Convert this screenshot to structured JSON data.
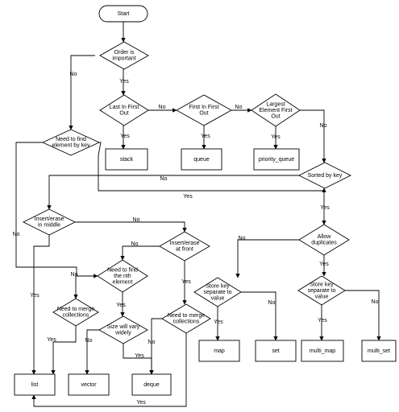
{
  "nodes": {
    "start": {
      "label": [
        "Start"
      ],
      "shape": "terminal"
    },
    "order_important": {
      "label": [
        "Order is",
        "important"
      ],
      "shape": "decision"
    },
    "lifo": {
      "label": [
        "Last In First",
        "Out"
      ],
      "shape": "decision"
    },
    "fifo": {
      "label": [
        "First In First",
        "Out"
      ],
      "shape": "decision"
    },
    "largest_first": {
      "label": [
        "Largest",
        "Element First",
        "Out"
      ],
      "shape": "decision"
    },
    "stack": {
      "label": [
        "stack"
      ],
      "shape": "process"
    },
    "queue": {
      "label": [
        "queue"
      ],
      "shape": "process"
    },
    "priority_queue": {
      "label": [
        "priority_queue"
      ],
      "shape": "process"
    },
    "find_by_key": {
      "label": [
        "Need to find",
        "element by key"
      ],
      "shape": "decision"
    },
    "sorted_by_key": {
      "label": [
        "Sorted by key"
      ],
      "shape": "decision"
    },
    "insert_middle": {
      "label": [
        "Insert/erase",
        "in middle"
      ],
      "shape": "decision"
    },
    "allow_duplicates": {
      "label": [
        "Allow",
        "duplicates"
      ],
      "shape": "decision"
    },
    "insert_front": {
      "label": [
        "Insert/erase",
        "at front"
      ],
      "shape": "decision"
    },
    "find_nth": {
      "label": [
        "Need to find",
        "the nth",
        "element"
      ],
      "shape": "decision"
    },
    "merge_left": {
      "label": [
        "Need to merge",
        "collections"
      ],
      "shape": "decision"
    },
    "size_vary": {
      "label": [
        "Size will vary",
        "widely"
      ],
      "shape": "decision"
    },
    "merge_right": {
      "label": [
        "Need to merge",
        "collections"
      ],
      "shape": "decision"
    },
    "key_sep_1": {
      "label": [
        "Store key",
        "separate to",
        "value"
      ],
      "shape": "decision"
    },
    "key_sep_2": {
      "label": [
        "Store key",
        "separate to",
        "value"
      ],
      "shape": "decision"
    },
    "list": {
      "label": [
        "list"
      ],
      "shape": "process"
    },
    "vector": {
      "label": [
        "vector"
      ],
      "shape": "process"
    },
    "deque": {
      "label": [
        "deque"
      ],
      "shape": "process"
    },
    "map": {
      "label": [
        "map"
      ],
      "shape": "process"
    },
    "set": {
      "label": [
        "set"
      ],
      "shape": "process"
    },
    "multi_map": {
      "label": [
        "multi_map"
      ],
      "shape": "process"
    },
    "multi_set": {
      "label": [
        "multi_set"
      ],
      "shape": "process"
    }
  },
  "edges": [
    {
      "from": "start",
      "to": "order_important",
      "label": ""
    },
    {
      "from": "order_important",
      "to": "lifo",
      "label": "Yes"
    },
    {
      "from": "order_important",
      "to": "find_by_key",
      "label": "No"
    },
    {
      "from": "lifo",
      "to": "stack",
      "label": "Yes"
    },
    {
      "from": "lifo",
      "to": "fifo",
      "label": "No"
    },
    {
      "from": "fifo",
      "to": "queue",
      "label": "Yes"
    },
    {
      "from": "fifo",
      "to": "largest_first",
      "label": "No"
    },
    {
      "from": "largest_first",
      "to": "priority_queue",
      "label": "Yes"
    },
    {
      "from": "largest_first",
      "to": "sorted_by_key",
      "label": "No"
    },
    {
      "from": "sorted_by_key",
      "to": "insert_middle",
      "label": "No"
    },
    {
      "from": "find_by_key",
      "to": "sorted_by_key",
      "label": "Yes"
    },
    {
      "from": "sorted_by_key",
      "to": "allow_duplicates",
      "label": "Yes"
    },
    {
      "from": "find_by_key",
      "to": "find_nth",
      "label": "No"
    },
    {
      "from": "insert_middle",
      "to": "insert_front",
      "label": "No"
    },
    {
      "from": "insert_middle",
      "to": "list",
      "label": "Yes"
    },
    {
      "from": "allow_duplicates",
      "to": "key_sep_1",
      "label": "No"
    },
    {
      "from": "allow_duplicates",
      "to": "key_sep_2",
      "label": "Yes"
    },
    {
      "from": "insert_front",
      "to": "find_nth",
      "label": "No"
    },
    {
      "from": "insert_front",
      "to": "merge_right",
      "label": "Yes"
    },
    {
      "from": "find_nth",
      "to": "merge_left",
      "label": "No"
    },
    {
      "from": "find_nth",
      "to": "size_vary",
      "label": "Yes"
    },
    {
      "from": "merge_left",
      "to": "list",
      "label": "Yes"
    },
    {
      "from": "size_vary",
      "to": "vector",
      "label": "No"
    },
    {
      "from": "size_vary",
      "to": "deque",
      "label": "Yes"
    },
    {
      "from": "merge_right",
      "to": "deque",
      "label": "No"
    },
    {
      "from": "merge_right",
      "to": "list",
      "label": "Yes"
    },
    {
      "from": "key_sep_1",
      "to": "map",
      "label": "Yes"
    },
    {
      "from": "key_sep_1",
      "to": "set",
      "label": "No"
    },
    {
      "from": "key_sep_2",
      "to": "multi_map",
      "label": "Yes"
    },
    {
      "from": "key_sep_2",
      "to": "multi_set",
      "label": "No"
    }
  ]
}
